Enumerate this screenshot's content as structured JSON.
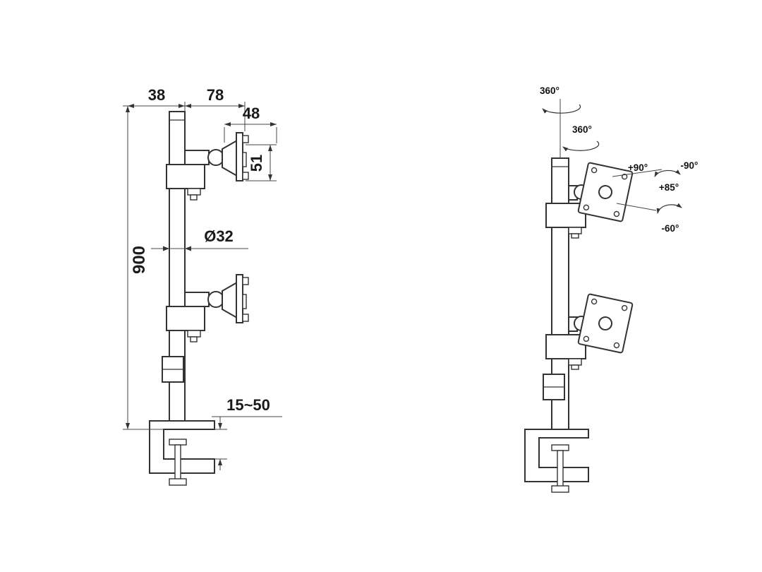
{
  "left_view": {
    "dims": {
      "pole_top_offset": "38",
      "arm_reach": "78",
      "head_depth": "48",
      "plate_height": "51",
      "pole_height": "900",
      "pole_diameter": "Ø32",
      "clamp_thickness_range": "15~50"
    }
  },
  "right_view": {
    "angles": {
      "pole_rotation": "360°",
      "arm_rotation": "360°",
      "swivel_positive": "+90°",
      "swivel_negative": "-90°",
      "tilt_up": "+85°",
      "tilt_down": "-60°"
    }
  },
  "colors": {
    "line": "#333333",
    "dimension_line": "#444444",
    "text": "#1a1a1a",
    "background": "#ffffff"
  }
}
